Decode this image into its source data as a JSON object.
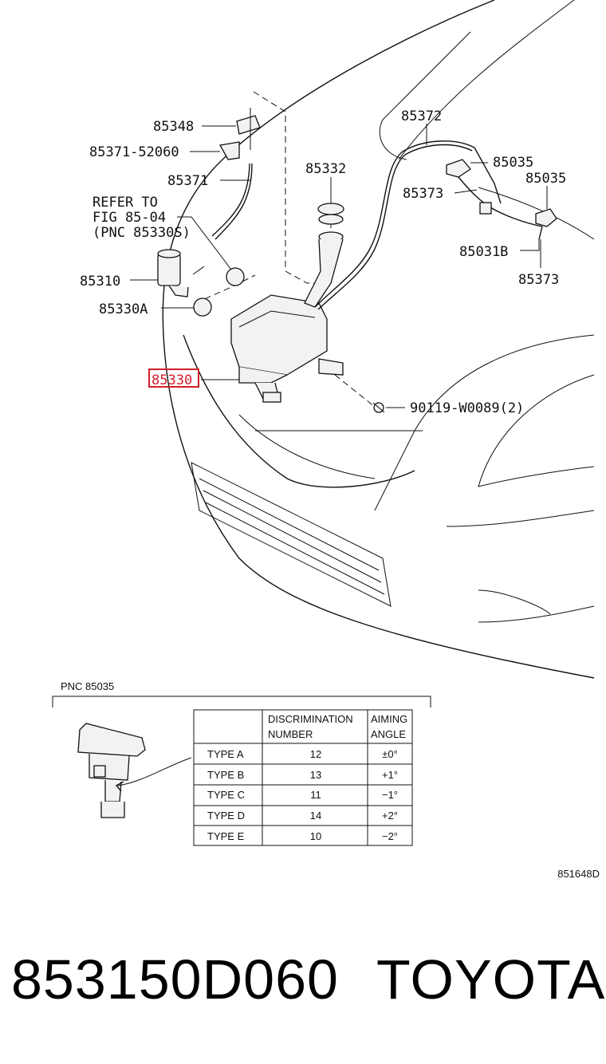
{
  "callouts": {
    "p85348": "85348",
    "p85371_52060": "85371-52060",
    "p85371": "85371",
    "refer_line1": "REFER TO",
    "refer_line2": "FIG 85-04",
    "refer_line3": "(PNC 85330S)",
    "p85310": "85310",
    "p85330A": "85330A",
    "p85330": "85330",
    "p85332": "85332",
    "p85372": "85372",
    "p85035_a": "85035",
    "p85035_b": "85035",
    "p85373_a": "85373",
    "p85031B": "85031B",
    "p85373_b": "85373",
    "p90119": "90119-W0089(2)"
  },
  "highlight_color": "#d0202a",
  "detail": {
    "pnc_label": "PNC 85035",
    "table": {
      "headers": [
        "",
        "DISCRIMINATION NUMBER",
        "AIMING ANGLE"
      ],
      "header_lines": {
        "discrimination": [
          "DISCRIMINATION",
          "NUMBER"
        ],
        "aiming": [
          "AIMING",
          "ANGLE"
        ]
      },
      "rows": [
        {
          "type": "TYPE A",
          "number": "12",
          "angle": "±0°"
        },
        {
          "type": "TYPE B",
          "number": "13",
          "angle": "+1°"
        },
        {
          "type": "TYPE C",
          "number": "11",
          "angle": "−1°"
        },
        {
          "type": "TYPE D",
          "number": "14",
          "angle": "+2°"
        },
        {
          "type": "TYPE E",
          "number": "10",
          "angle": "−2°"
        }
      ]
    }
  },
  "figure_id": "851648D",
  "footer": {
    "part_number": "853150D060",
    "brand": "TOYOTA"
  }
}
